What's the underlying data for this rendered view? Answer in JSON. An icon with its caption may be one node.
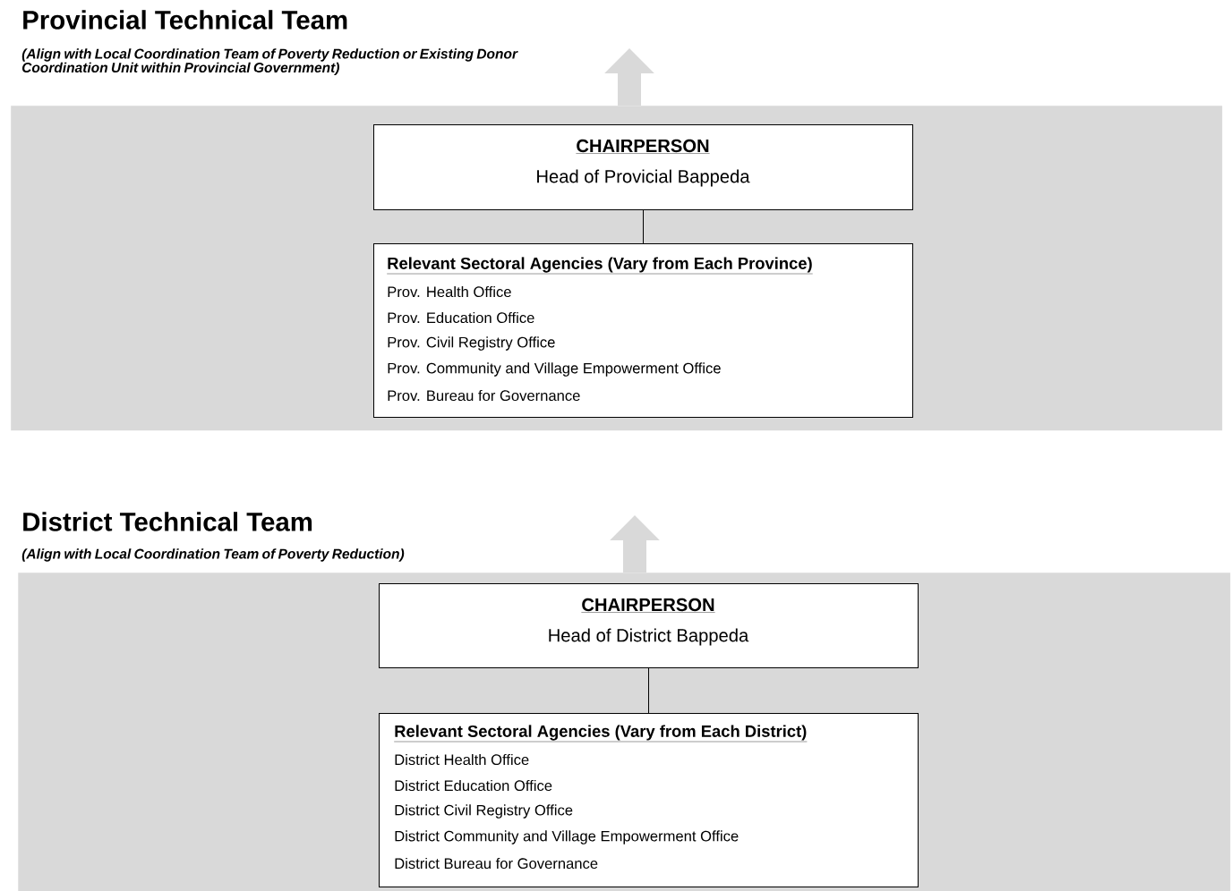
{
  "diagram": {
    "nodes": [
      {
        "text": [
          "Provincial Technical Team",
          "(Align with Local Coordination Team of Poverty Reduction or Existing Donor Coordination Unit within Provincial Government)"
        ]
      },
      {
        "text": [
          "CHAIRPERSON",
          "Head of Provicial Bappeda"
        ],
        "in": 0
      },
      {
        "text": [
          "Relevant Sectoral Agencies (Vary from Each Province)",
          "Prov. Health Office",
          "Prov. Education Office",
          "Prov. Civil Registry Office",
          "Prov. Community and Village Empowerment Office",
          "Prov. Bureau for Governance"
        ],
        "in": 0
      },
      {
        "text": [
          "District Technical Team",
          "(Align with Local Coordination Team of Poverty Reduction)"
        ]
      },
      {
        "text": [
          "CHAIRPERSON",
          "Head of District Bappeda"
        ],
        "in": 3
      },
      {
        "text": [
          "Relevant Sectoral Agencies (Vary from Each District)",
          "District Health Office",
          "District Education Office",
          "District Civil Registry Office",
          "District Community and Village Empowerment Office",
          "District Bureau for Governance"
        ],
        "in": 3
      }
    ],
    "edges": [
      {
        "from": 1,
        "to": 2,
        "arrow": "none"
      },
      {
        "from": 0,
        "to": null,
        "arrow": "to",
        "style": "thick",
        "color": "#d9d9d9"
      },
      {
        "from": 4,
        "to": 5,
        "arrow": "none"
      },
      {
        "from": 3,
        "to": null,
        "arrow": "to",
        "style": "thick",
        "color": "#d9d9d9"
      }
    ]
  }
}
